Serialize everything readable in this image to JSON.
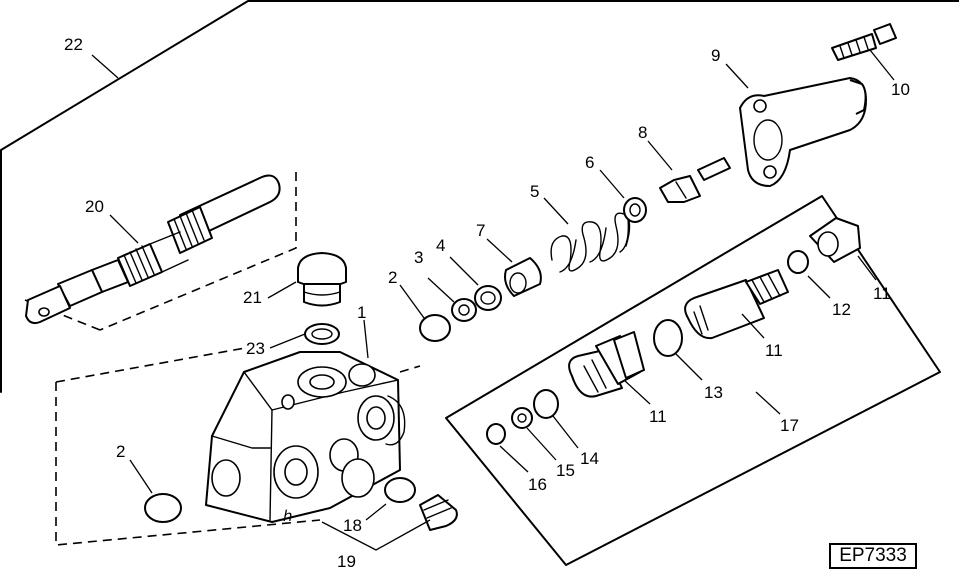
{
  "callouts": {
    "c1": "1",
    "c2a": "2",
    "c2b": "2",
    "c3": "3",
    "c4": "4",
    "c5": "5",
    "c6": "6",
    "c7": "7",
    "c8": "8",
    "c9": "9",
    "c10": "10",
    "c11a": "11",
    "c11b": "11",
    "c11c": "11",
    "c12": "12",
    "c13": "13",
    "c14": "14",
    "c15": "15",
    "c16": "16",
    "c17": "17",
    "c18": "18",
    "c19": "19",
    "c20": "20",
    "c21": "21",
    "c22": "22",
    "c23": "23"
  },
  "figure_id": "EP7333"
}
